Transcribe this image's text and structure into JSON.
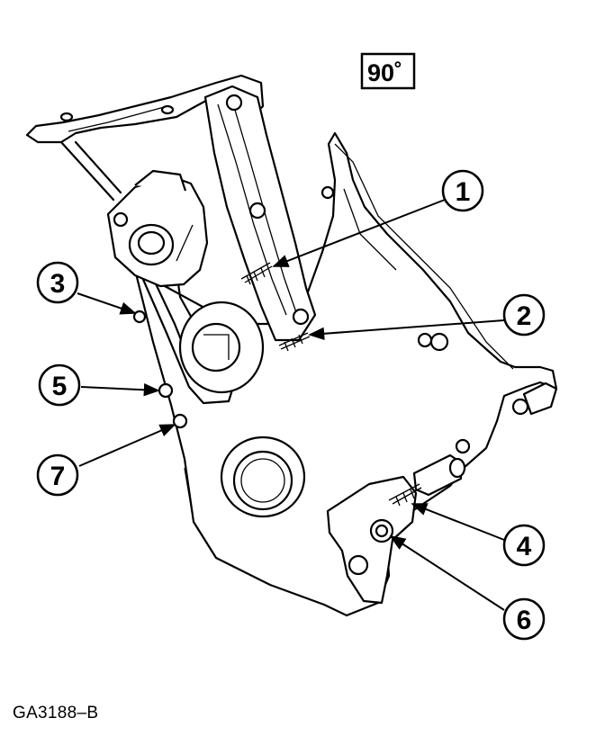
{
  "figure_code": "GA3188–B",
  "angle_label": "90˚",
  "callouts": [
    {
      "number": "1"
    },
    {
      "number": "2"
    },
    {
      "number": "3"
    },
    {
      "number": "4"
    },
    {
      "number": "5"
    },
    {
      "number": "6"
    },
    {
      "number": "7"
    }
  ]
}
